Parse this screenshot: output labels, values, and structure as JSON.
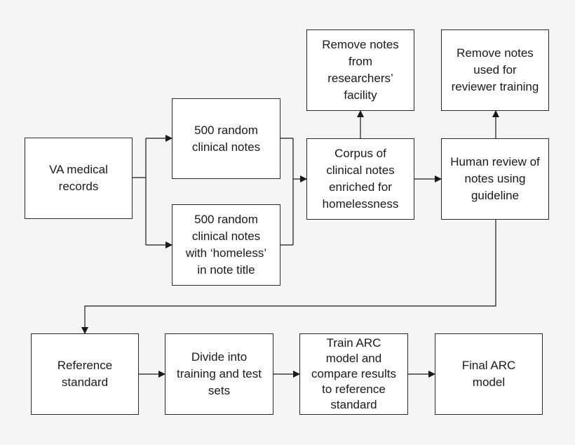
{
  "boxes": {
    "va_records": "VA medical\nrecords",
    "random_notes": "500 random\nclinical notes",
    "homeless_notes": "500 random\nclinical notes\nwith ‘homeless’\nin note title",
    "corpus": "Corpus of\nclinical notes\nenriched for\nhomelessness",
    "remove_facility": "Remove notes\nfrom\nresearchers’\nfacility",
    "human_review": "Human review of\nnotes using\nguideline",
    "remove_training": "Remove notes\nused for\nreviewer training",
    "reference_standard": "Reference\nstandard",
    "divide_sets": "Divide into\ntraining and test\nsets",
    "train_arc": "Train ARC\nmodel and\ncompare results\nto reference\nstandard",
    "final_arc": "Final ARC\nmodel"
  },
  "colors": {
    "line": "#1a1a1a",
    "box_border": "#2a2a2a",
    "background": "#f5f5f5"
  }
}
